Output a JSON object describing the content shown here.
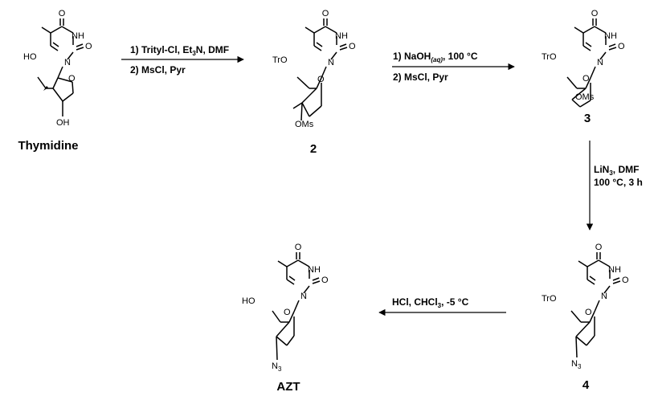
{
  "compounds": {
    "thymidine": {
      "label": "Thymidine",
      "O_top": "O",
      "NH": "NH",
      "O_right": "O",
      "N": "N",
      "ring_O": "O",
      "HO": "HO",
      "OH": "OH"
    },
    "c2": {
      "label": "2",
      "O_top": "O",
      "NH": "NH",
      "O_right": "O",
      "N": "N",
      "ring_O": "O",
      "TrO": "TrO",
      "OMs": "OMs"
    },
    "c3": {
      "label": "3",
      "O_top": "O",
      "NH": "NH",
      "O_right": "O",
      "N": "N",
      "ring_O": "O",
      "TrO": "TrO",
      "OMs": "OMs"
    },
    "c4": {
      "label": "4",
      "O_top": "O",
      "NH": "NH",
      "O_right": "O",
      "N": "N",
      "ring_O": "O",
      "TrO": "TrO",
      "N3": "N",
      "N3_sub": "3"
    },
    "azt": {
      "label": "AZT",
      "O_top": "O",
      "NH": "NH",
      "O_right": "O",
      "N": "N",
      "ring_O": "O",
      "HO": "HO",
      "N3": "N",
      "N3_sub": "3"
    }
  },
  "steps": {
    "s1": {
      "l1_a": "1) Trityl-Cl, Et",
      "l1_sub": "3",
      "l1_b": "N, DMF",
      "l2": "2) MsCl, Pyr"
    },
    "s2": {
      "l1_a": "1) NaOH",
      "l1_sub": "(aq)",
      "l1_b": ", 100 °C",
      "l2": "2) MsCl, Pyr"
    },
    "s3": {
      "l1_a": "LiN",
      "l1_sub": "3",
      "l1_b": ", DMF",
      "l2": "100 °C, 3 h"
    },
    "s4": {
      "l1_a": "HCl, CHCl",
      "l1_sub": "3",
      "l1_b": ", -5 °C"
    }
  }
}
